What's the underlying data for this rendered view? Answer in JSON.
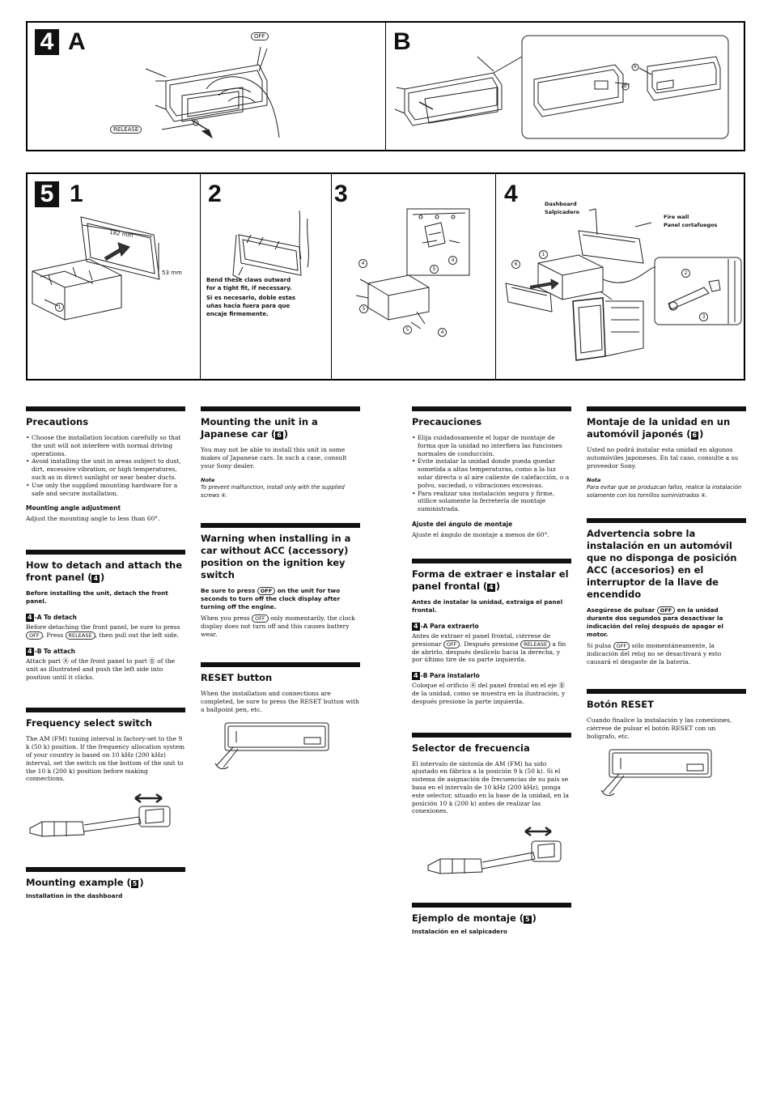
{
  "fig4": {
    "badge": "4",
    "panel_a": "A",
    "panel_b": "B",
    "off_label": "OFF",
    "release_label": "RELEASE",
    "callout_a": "A",
    "callout_b": "B"
  },
  "fig5": {
    "badge": "5",
    "panels": [
      "1",
      "2",
      "3",
      "4"
    ],
    "dim_width": "182 mm",
    "dim_height": "53 mm",
    "claw_note_en": "Bend these claws outward for a tight fit, if necessary.",
    "claw_note_es": "Si es necesario, doble estas uñas hacia fuera para que encaje firmemente.",
    "dashboard_en": "Dashboard",
    "dashboard_es": "Salpicadero",
    "firewall_en": "Fire wall",
    "firewall_es": "Panel cortafuegos",
    "callouts": [
      "1",
      "2",
      "3",
      "4",
      "5",
      "6"
    ]
  },
  "en": {
    "precautions": {
      "title": "Precautions",
      "bullets": [
        "Choose the installation location carefully so that the unit will not interfere with normal driving operations.",
        "Avoid installing the unit in areas subject to dust, dirt, excessive vibration, or high temperatures, such as in direct sunlight or near heater ducts.",
        "Use only the supplied mounting hardware for a safe and secure installation."
      ],
      "angle_title": "Mounting angle adjustment",
      "angle_text": "Adjust the mounting angle to less than 60°."
    },
    "detach": {
      "title_pre": "How to detach and attach the front panel (",
      "title_num": "4",
      "title_post": ")",
      "intro": "Before installing the unit, detach the front panel.",
      "a_num": "4",
      "a_label": "-A    To detach",
      "a_text1": "Before detaching the front panel, be sure to press",
      "a_key1": "OFF",
      "a_text2": ". Press",
      "a_key2": "RELEASE",
      "a_text3": ", then pull out the left side.",
      "b_num": "4",
      "b_label": "-B    To attach",
      "b_text": "Attach part Ⓐ of the front panel to part Ⓑ of the unit as illustrated and push the left side into position until it clicks."
    },
    "frequency": {
      "title": "Frequency select switch",
      "text": "The AM (FM) tuning interval is factory-set to the 9 k (50 k) position. If the frequency allocation system of your country is based on 10 kHz (200 kHz) interval, set the switch on the bottom of the unit to the 10 k (200 k) position before making connections."
    },
    "mounting": {
      "title_pre": "Mounting example (",
      "title_num": "5",
      "title_post": ")",
      "sub": "Installation in the dashboard"
    },
    "japanese": {
      "title_pre": "Mounting the unit in a Japanese car (",
      "title_num": "6",
      "title_post": ")",
      "text": "You may not be able to install this unit in some makes of Japanese cars. In such a case, consult your Sony dealer.",
      "note_title": "Note",
      "note_text": "To prevent malfunction, install only with the supplied screws ④."
    },
    "warning": {
      "title": "Warning when installing in a car without ACC (accessory) position on the ignition key switch",
      "bold_pre": "Be sure to press",
      "key": "OFF",
      "bold_post": "on the unit for two seconds to turn off the clock display after turning off the engine.",
      "text_pre": "When you press",
      "text_post": "only momentarily, the clock display does not turn off and this causes battery wear."
    },
    "reset": {
      "title": "RESET button",
      "text": "When the installation and connections are completed, be sure to press the RESET button with a ballpoint pen, etc."
    }
  },
  "es": {
    "precautions": {
      "title": "Precauciones",
      "bullets": [
        "Elija cuidadosamente el lugar de montaje de forma que la unidad no interfiera las funciones normales de conducción.",
        "Evite instalar la unidad donde pueda quedar sometida a altas temperaturas, como a la luz solar directa o al aire caliente de calefacción, o a polvo, suciedad, o vibraciones excesivas.",
        "Para realizar una instalación segura y firme, utilice solamente la ferretería de montaje suministrada."
      ],
      "angle_title": "Ajuste del ángulo de montaje",
      "angle_text": "Ajuste el ángulo de montaje a menos de 60°."
    },
    "detach": {
      "title_pre": "Forma de extraer e instalar el panel frontal (",
      "title_num": "4",
      "title_post": ")",
      "intro": "Antes de instalar la unidad, extraiga el panel frontal.",
      "a_num": "4",
      "a_label": "-A    Para extraerlo",
      "a_text1": "Antes de extraer el panel frontal, ciérrese de presionar",
      "a_key1": "OFF",
      "a_text2": ". Después presione",
      "a_key2": "RELEASE",
      "a_text3": "a fin de abrirlo, después deslícelo hacia la derecha, y por último tire de su parte izquierda.",
      "b_num": "4",
      "b_label": "-B    Para instalarlo",
      "b_text": "Coloque el orificio Ⓐ del panel frontal en el eje Ⓑ de la unidad, como se muestra en la ilustración, y después presione la parte izquierda."
    },
    "frequency": {
      "title": "Selector de frecuencia",
      "text": "El intervalo de sintonía de AM (FM) ha sido ajustado en fábrica a la posición 9 k (50 k). Si el sistema de asignación de frecuencias de su país se basa en el intervalo de 10 kHz (200 kHz), ponga este selector, situado en la base de la unidad, en la posición 10 k (200 k) antes de realizar las conexiones."
    },
    "mounting": {
      "title_pre": "Ejemplo de montaje (",
      "title_num": "5",
      "title_post": ")",
      "sub": "Instalación en el salpicadero"
    },
    "japanese": {
      "title_pre": "Montaje de la unidad en un automóvil japonés (",
      "title_num": "6",
      "title_post": ")",
      "text": "Usted no podrá instalar esta unidad en algunos automóviles japoneses. En tal caso, consulte a su proveedor Sony.",
      "note_title": "Nota",
      "note_text": "Para evitar que se produzcan fallos, realice la instalación solamente con los tornillos suministrados ④."
    },
    "warning": {
      "title": "Advertencia sobre la instalación en un automóvil que no disponga de posición ACC (accesorios) en el interruptor de la llave de encendido",
      "bold_pre": "Asegúrese de pulsar",
      "key": "OFF",
      "bold_post": "en la unidad durante dos segundos para desactivar la indicación del reloj después de apagar el motor.",
      "text_pre": "Si pulsa",
      "text_post": "sólo momentáneamente, la indicación del reloj no se desactivará y esto causará el desgaste de la batería."
    },
    "reset": {
      "title": "Botón RESET",
      "text": "Cuando finalice la instalación y las conexiones, ciérrese de pulsar el botón RESET con un bolígrafo, etc."
    }
  }
}
